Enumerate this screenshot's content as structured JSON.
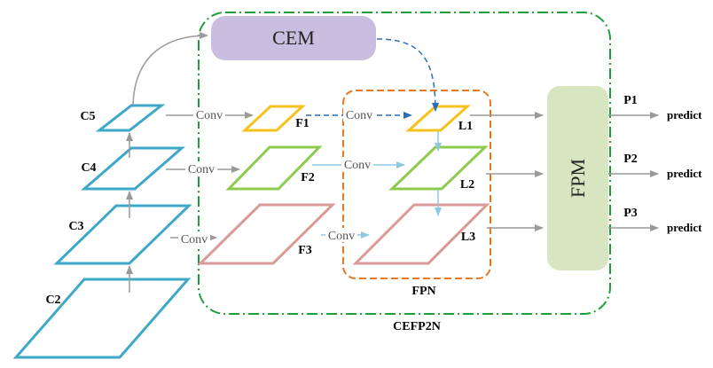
{
  "backbone": {
    "c5": "C5",
    "c4": "C4",
    "c3": "C3",
    "c2": "C2"
  },
  "features": {
    "f1": "F1",
    "f2": "F2",
    "f3": "F3"
  },
  "fpn_levels": {
    "l1": "L1",
    "l2": "L2",
    "l3": "L3"
  },
  "conv_label": "Conv",
  "modules": {
    "cem": "CEM",
    "fpm": "FPM",
    "fpn": "FPN",
    "cefp2n": "CEFP2N"
  },
  "outputs": {
    "p1": "P1",
    "p2": "P2",
    "p3": "P3",
    "predict": "predict"
  },
  "colors": {
    "backbone": "#3fa8c8",
    "f1": "#f5c21b",
    "f2": "#8ccb4e",
    "f3": "#d99a98",
    "cem_fill": "#c8bedf",
    "fpm_fill": "#d7e6c0",
    "cefp2n_border": "#1e9e3a",
    "fpn_border": "#e87722",
    "arrow_gray": "#9a9a9a",
    "arrow_blue_light": "#8ec9e0",
    "arrow_blue_dashed": "#2a6fb5"
  }
}
